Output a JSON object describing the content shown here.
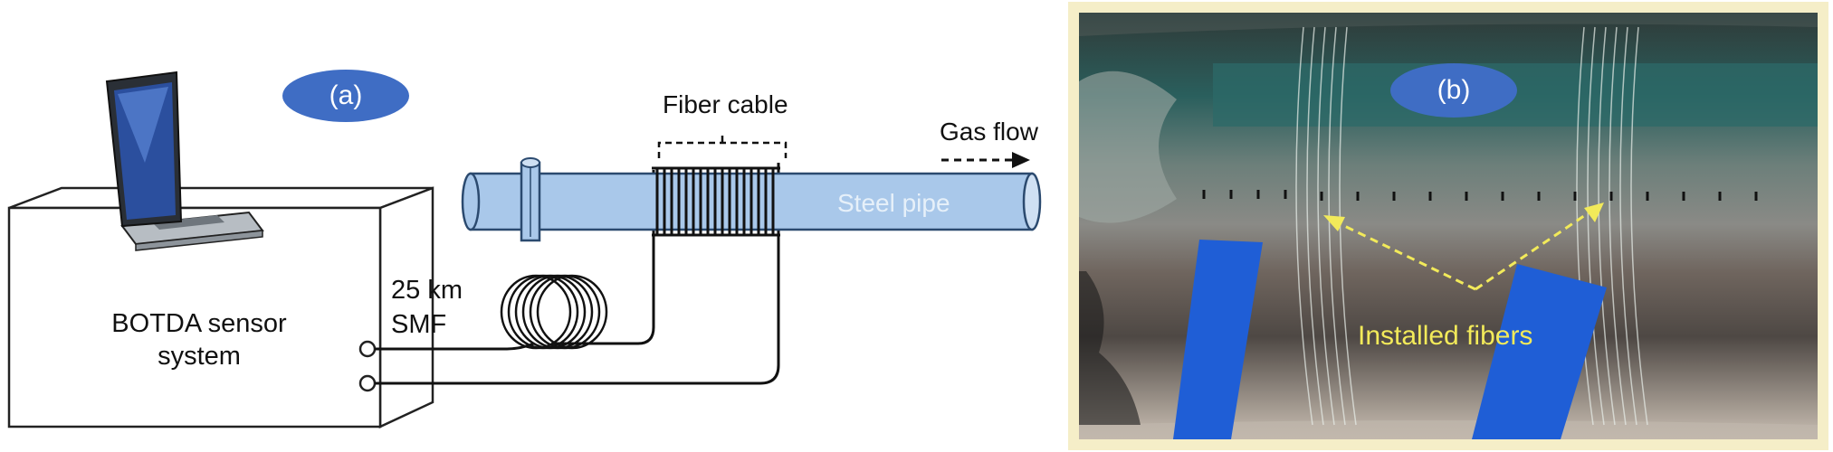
{
  "panel_a": {
    "badge": "(a)",
    "sensor_box": {
      "line1": "BOTDA sensor",
      "line2": "system"
    },
    "spool": {
      "line1": "25 km",
      "line2": "SMF"
    },
    "fiber_cable_label": "Fiber cable",
    "gas_flow_label": "Gas flow",
    "pipe_label": "Steel pipe"
  },
  "panel_b": {
    "badge": "(b)",
    "annotation": "Installed fibers"
  },
  "colors": {
    "badge_blue": "#3f6dc4",
    "pipe_blue": "#a9c8ea",
    "pipe_stroke": "#2b4a6f",
    "tape_blue": "#1f5ed6",
    "annotation_yellow": "#f2ea5a",
    "photo_frame": "#f5eec8"
  }
}
